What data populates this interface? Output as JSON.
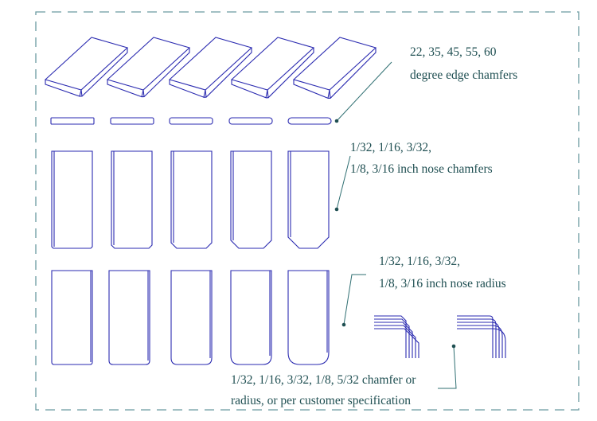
{
  "labels": {
    "edge_chamfers_line1": "22, 35, 45, 55, 60",
    "edge_chamfers_line2": "degree edge chamfers",
    "nose_chamfers_line1": "1/32, 1/16, 3/32,",
    "nose_chamfers_line2": "1/8, 3/16 inch nose chamfers",
    "nose_radius_line1": "1/32, 1/16, 3/32,",
    "nose_radius_line2": "1/8, 3/16 inch nose radius",
    "corner_line1": "1/32, 1/16, 3/32, 1/8, 5/32 chamfer or",
    "corner_line2": "radius, or per customer specification"
  },
  "colors": {
    "shape": "#2a2ab0",
    "text": "#1f4f52",
    "border": "#6a9aa0"
  }
}
